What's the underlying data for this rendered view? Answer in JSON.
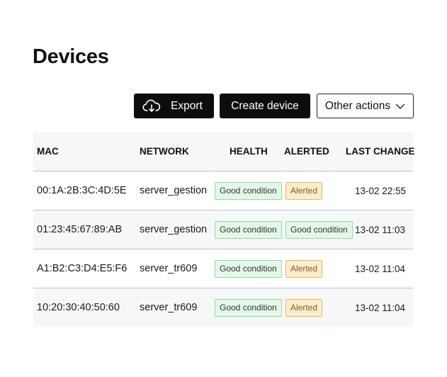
{
  "page": {
    "title": "Devices"
  },
  "toolbar": {
    "export_label": "Export",
    "create_label": "Create device",
    "other_actions_label": "Other actions"
  },
  "icons": {
    "export": "cloud-download-icon",
    "other_actions": "chevron-down-icon"
  },
  "colors": {
    "dark_button": "#0d0d0d",
    "good_bg": "#e3f8e8",
    "good_border": "#8fdba3",
    "alert_bg": "#fdecd0",
    "alert_border": "#f2b948",
    "row_divider": "#b9c3d6"
  },
  "table": {
    "columns": [
      "MAC",
      "NETWORK",
      "HEALTH",
      "ALERTED",
      "LAST CHANGE"
    ],
    "rows": [
      {
        "mac": "00:1A:2B:3C:4D:5E",
        "network": "server_gestion",
        "health": "Good condition",
        "alerted": "Alerted",
        "alerted_status": "alert",
        "last_change": "13-02 22:55"
      },
      {
        "mac": "01:23:45:67:89:AB",
        "network": "server_gestion",
        "health": "Good condition",
        "alerted": "Good condition",
        "alerted_status": "good",
        "last_change": "13-02 11:03"
      },
      {
        "mac": "A1:B2:C3:D4:E5:F6",
        "network": "server_tr609",
        "health": "Good condition",
        "alerted": "Alerted",
        "alerted_status": "alert",
        "last_change": "13-02 11:04"
      },
      {
        "mac": "10:20:30:40:50:60",
        "network": "server_tr609",
        "health": "Good condition",
        "alerted": "Alerted",
        "alerted_status": "alert",
        "last_change": "13-02 11:04"
      }
    ]
  }
}
